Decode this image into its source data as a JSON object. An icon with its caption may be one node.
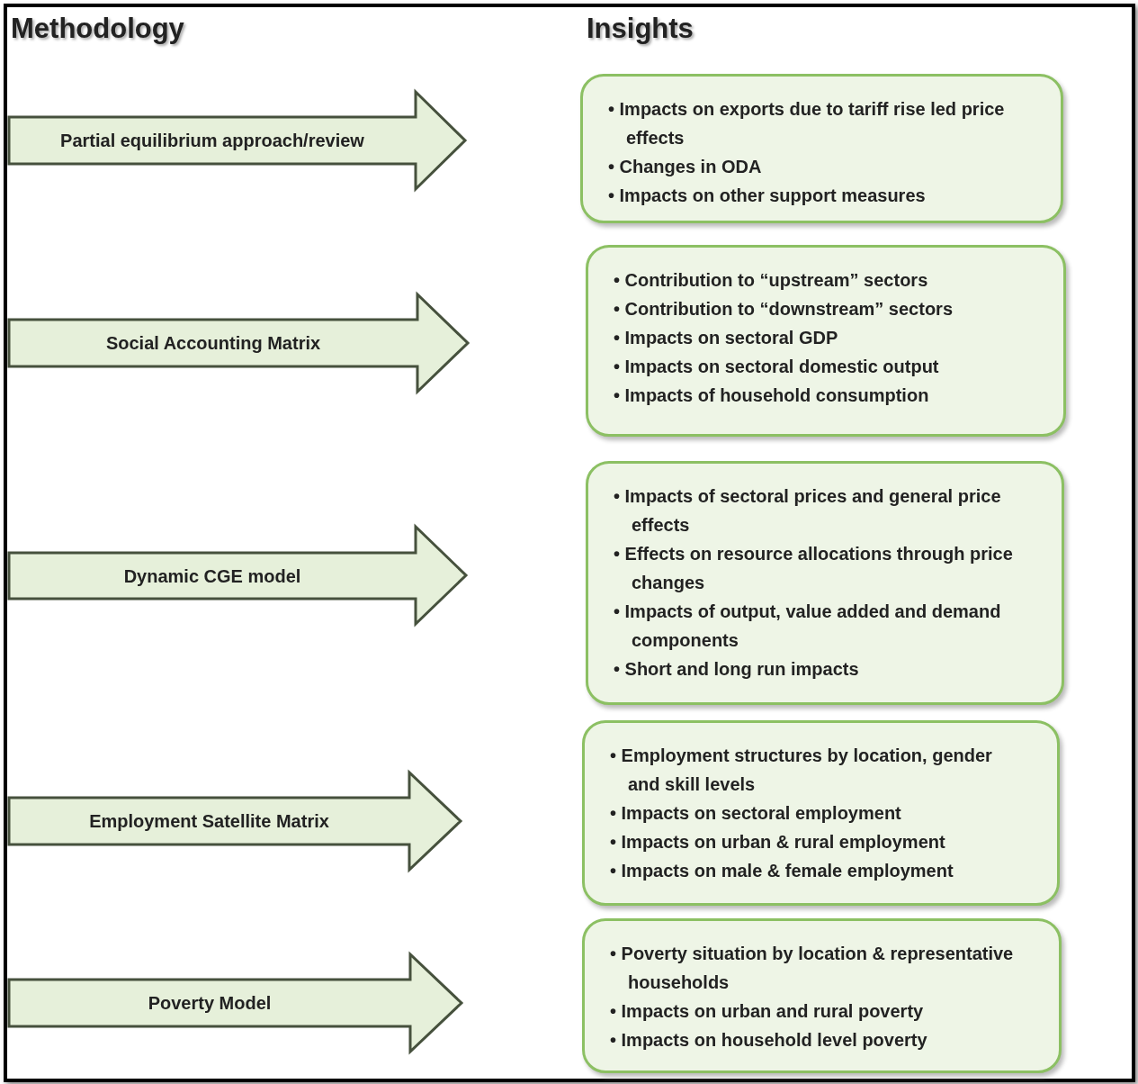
{
  "diagram": {
    "nodes": [
      {
        "text": [
          "Partial equilibrium approach/review"
        ]
      },
      {
        "text": [
          "• Impacts on exports due to tariff rise led price effects",
          "• Changes in ODA",
          "• Impacts on other support measures"
        ]
      },
      {
        "text": [
          "Social Accounting Matrix"
        ]
      },
      {
        "text": [
          "• Contribution to “upstream” sectors",
          "• Contribution to “downstream” sectors",
          "• Impacts on sectoral GDP",
          "• Impacts on sectoral domestic output",
          "• Impacts of household consumption"
        ]
      },
      {
        "text": [
          "Dynamic CGE model"
        ]
      },
      {
        "text": [
          "• Impacts of sectoral prices and general price effects",
          "• Effects on resource allocations through price changes",
          "• Impacts of output, value added and demand components",
          "• Short and long run impacts"
        ]
      },
      {
        "text": [
          "Employment Satellite Matrix"
        ]
      },
      {
        "text": [
          "• Employment structures by location, gender and skill levels",
          "• Impacts on sectoral employment",
          "• Impacts on urban & rural employment",
          "• Impacts on male & female employment"
        ]
      },
      {
        "text": [
          "Poverty Model"
        ]
      },
      {
        "text": [
          "• Poverty situation by location & representative households",
          "• Impacts on urban and rural poverty",
          "• Impacts on household level poverty"
        ]
      }
    ],
    "labels": [
      "Methodology",
      "Insights"
    ]
  }
}
